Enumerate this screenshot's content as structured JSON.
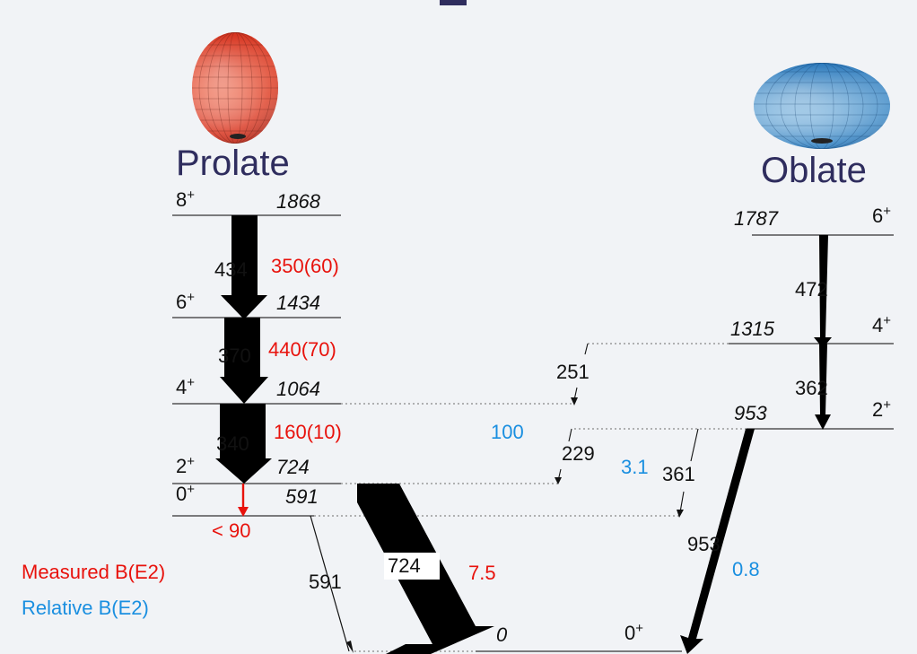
{
  "shapes": {
    "prolate": {
      "label": "Prolate",
      "color": "#e03a25"
    },
    "oblate": {
      "label": "Oblate",
      "color": "#2f86c9"
    }
  },
  "levels": {
    "prolate_8": {
      "spin": "8",
      "parity": "+",
      "energy": "1868"
    },
    "prolate_6": {
      "spin": "6",
      "parity": "+",
      "energy": "1434"
    },
    "prolate_4": {
      "spin": "4",
      "parity": "+",
      "energy": "1064"
    },
    "prolate_2": {
      "spin": "2",
      "parity": "+",
      "energy": "724"
    },
    "prolate_0": {
      "spin": "0",
      "parity": "+",
      "energy": "591"
    },
    "oblate_6": {
      "spin": "6",
      "parity": "+",
      "energy": "1787"
    },
    "oblate_4": {
      "spin": "4",
      "parity": "+",
      "energy": "1315"
    },
    "oblate_2": {
      "spin": "2",
      "parity": "+",
      "energy": "953"
    },
    "ground": {
      "spin": "0",
      "parity": "+",
      "energy": "0"
    }
  },
  "transitions": {
    "t434": "434",
    "t370": "370",
    "t340": "340",
    "t724": "724",
    "t591": "591",
    "t472": "472",
    "t362": "362",
    "t953": "953",
    "t251": "251",
    "t229": "229",
    "t361": "361"
  },
  "measured_be2": {
    "v434": "350(60)",
    "v370": "440(70)",
    "v340": "160(10)",
    "v591": "< 90",
    "v724": "7.5"
  },
  "relative_be2": {
    "v229": "100",
    "v361": "3.1",
    "v953": "0.8"
  },
  "legend": {
    "measured": "Measured B(E2)",
    "relative": "Relative B(E2)"
  },
  "colors": {
    "measured": "#e8120c",
    "relative": "#1a8fe0",
    "title": "#2f2d5e",
    "background": "#f1f3f6"
  }
}
